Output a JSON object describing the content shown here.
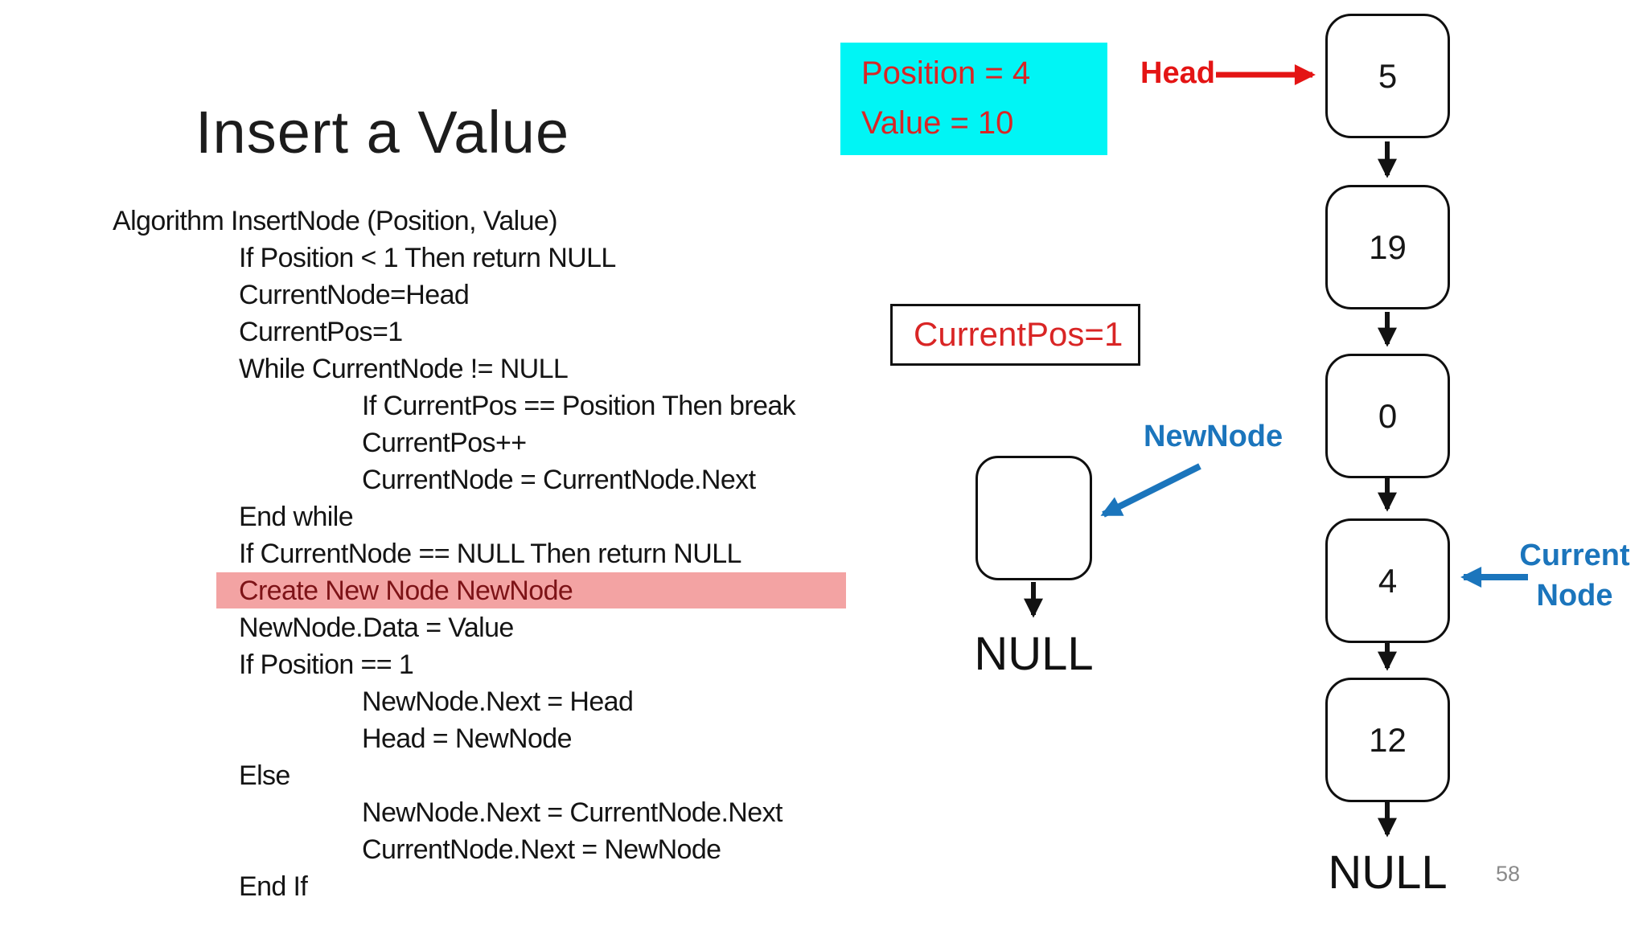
{
  "slide": {
    "title": "Insert a Value",
    "page_number": "58"
  },
  "algorithm": {
    "lines": [
      {
        "text": "Algorithm InsertNode (Position, Value)",
        "indent": 0,
        "highlight": false
      },
      {
        "text": "If Position < 1 Then return NULL",
        "indent": 1,
        "highlight": false
      },
      {
        "text": "CurrentNode=Head",
        "indent": 1,
        "highlight": false
      },
      {
        "text": "CurrentPos=1",
        "indent": 1,
        "highlight": false
      },
      {
        "text": "While CurrentNode != NULL",
        "indent": 1,
        "highlight": false
      },
      {
        "text": "If CurrentPos == Position Then break",
        "indent": 2,
        "highlight": false
      },
      {
        "text": "CurrentPos++",
        "indent": 2,
        "highlight": false
      },
      {
        "text": "CurrentNode = CurrentNode.Next",
        "indent": 2,
        "highlight": false
      },
      {
        "text": "End while",
        "indent": 1,
        "highlight": false
      },
      {
        "text": "If CurrentNode == NULL Then return NULL",
        "indent": 1,
        "highlight": false
      },
      {
        "text": "Create New Node NewNode",
        "indent": 1,
        "highlight": true
      },
      {
        "text": "NewNode.Data = Value",
        "indent": 1,
        "highlight": false
      },
      {
        "text": "If Position == 1",
        "indent": 1,
        "highlight": false
      },
      {
        "text": "NewNode.Next = Head",
        "indent": 2,
        "highlight": false
      },
      {
        "text": "Head = NewNode",
        "indent": 2,
        "highlight": false
      },
      {
        "text": "Else",
        "indent": 1,
        "highlight": false
      },
      {
        "text": "NewNode.Next = CurrentNode.Next",
        "indent": 2,
        "highlight": false
      },
      {
        "text": "CurrentNode.Next = NewNode",
        "indent": 2,
        "highlight": false
      },
      {
        "text": "End If",
        "indent": 1,
        "highlight": false
      }
    ]
  },
  "callouts": {
    "params_line1": "Position = 4",
    "params_line2": "Value = 10",
    "currentpos_text": "CurrentPos=1",
    "head_label": "Head",
    "newnode_label": "NewNode",
    "current_node_line1": "Current",
    "current_node_line2": "Node",
    "newnode_null_label": "NULL",
    "list_null_label": "NULL"
  },
  "linked_list": {
    "nodes": [
      "5",
      "19",
      "0",
      "4",
      "12"
    ]
  },
  "colors": {
    "red": "#e41414",
    "box-red": "#d92525",
    "cyan": "#00f5f5",
    "blue": "#1b75bc",
    "hl-bg": "#f3a3a3",
    "hl-text": "#7d1317",
    "gray": "#8a8a8a"
  }
}
